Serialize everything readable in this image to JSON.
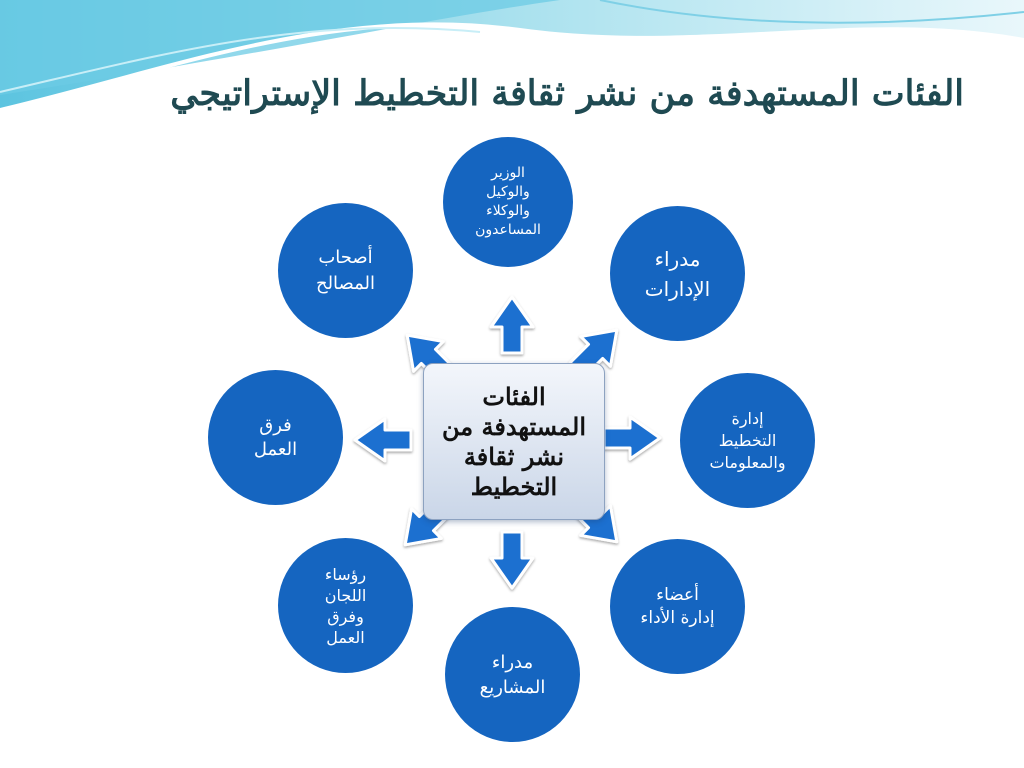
{
  "title": "الفئات المستهدفة من نشر ثقافة التخطيط الإستراتيجي",
  "center": "الفئات\nالمستهدفة من\nنشر ثقافة\nالتخطيط",
  "nodes": {
    "minister": "الوزير\nوالوكيل\nوالوكلاء\nالمساعدون",
    "directors": "مدراء\nالإدارات",
    "planning_info": "إدارة\nالتخطيط\nوالمعلومات",
    "performance": "أعضاء\nإدارة الأداء",
    "projects": "مدراء\nالمشاريع",
    "committees": "رؤساء\nاللجان\nوفرق\nالعمل",
    "work_teams": "فرق\nالعمل",
    "stakeholders": "أصحاب\nالمصالح"
  },
  "colors": {
    "node_fill": "#1565c0",
    "arrow_fill": "#1e6fd0",
    "title_color": "#1f4a52",
    "wave_color": "#8fd3e6"
  }
}
